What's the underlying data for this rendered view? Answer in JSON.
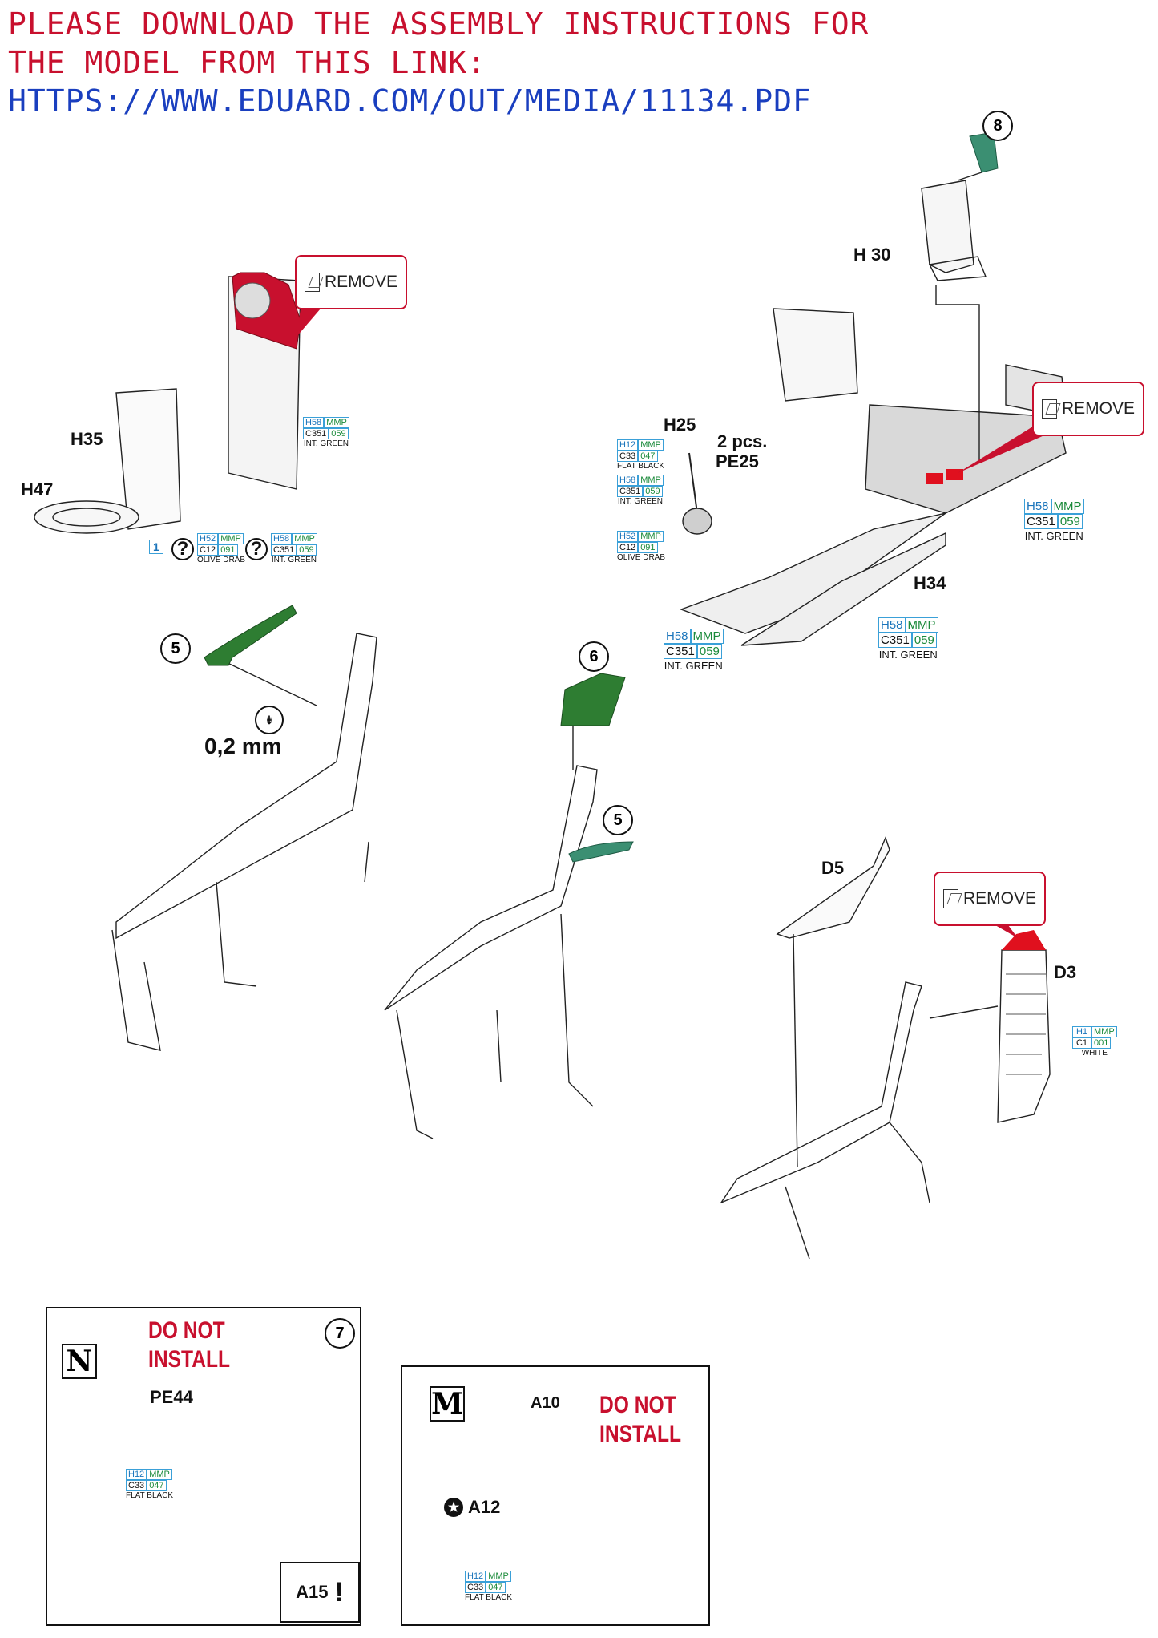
{
  "header": {
    "line1": "PLEASE DOWNLOAD THE ASSEMBLY INSTRUCTIONS FOR",
    "line2": "THE MODEL FROM THIS LINK:",
    "url": "HTTPS://WWW.EDUARD.COM/OUT/MEDIA/11134.PDF"
  },
  "colors": {
    "red": "#c8102e",
    "blue": "#1a3fbf",
    "green": "#2e7d32",
    "teal": "#3b8f72"
  },
  "callouts": {
    "remove1": "REMOVE",
    "remove2": "REMOVE",
    "remove3": "REMOVE"
  },
  "parts": {
    "h35": "H35",
    "h47": "H47",
    "h30": "H 30",
    "h25": "H25",
    "pe25_qty": "2 pcs.",
    "pe25": "PE25",
    "h34": "H34",
    "d5": "D5",
    "d3": "D3",
    "pe44": "PE44",
    "a15": "A15",
    "a10": "A10",
    "a12": "A12",
    "drill": "0,2 mm",
    "ref1": "1"
  },
  "steps": {
    "s8": "8",
    "s5a": "5",
    "s6": "6",
    "s5b": "5",
    "s7": "7"
  },
  "paints": {
    "int_green": {
      "h": "H58",
      "m": "MMP",
      "c": "C351",
      "n": "059",
      "name": "INT. GREEN"
    },
    "olive_drab": {
      "h": "H52",
      "m": "MMP",
      "c": "C12",
      "n": "091",
      "name": "OLIVE DRAB"
    },
    "flat_black": {
      "h": "H12",
      "m": "MMP",
      "c": "C33",
      "n": "047",
      "name": "FLAT BLACK"
    },
    "white": {
      "h": "H1",
      "m": "MMP",
      "c": "C1",
      "n": "001",
      "name": "WHITE"
    }
  },
  "variants": {
    "n": {
      "letter": "N",
      "dni1": "DO NOT",
      "dni2": "INSTALL"
    },
    "m": {
      "letter": "M",
      "dni1": "DO NOT",
      "dni2": "INSTALL"
    }
  }
}
